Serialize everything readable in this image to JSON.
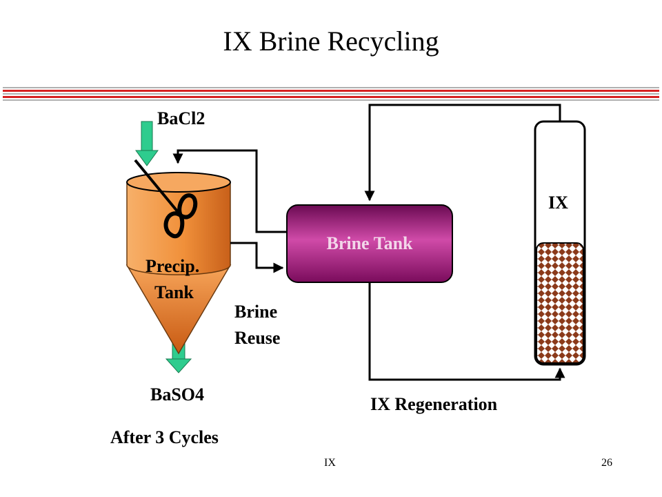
{
  "slide": {
    "title": "IX Brine Recycling",
    "footer_left": "IX",
    "footer_right": "26"
  },
  "diagram": {
    "bacl2_label": "BaCl2",
    "precip_tank_label_line1": "Precip.",
    "precip_tank_label_line2": "Tank",
    "brine_tank_label": "Brine Tank",
    "brine_reuse_line1": "Brine",
    "brine_reuse_line2": "Reuse",
    "ix_column_label": "IX",
    "baso4_label": "BaSO4",
    "ix_regeneration_label": "IX Regeneration",
    "after_cycles_label": "After 3 Cycles"
  },
  "colors": {
    "tank_orange": "#f0903a",
    "brine_tank_magenta": "#b0208a",
    "arrow_green": "#2ecc8e",
    "title_rule_red": "#d62020",
    "resin_brown": "#8b3a1a"
  }
}
